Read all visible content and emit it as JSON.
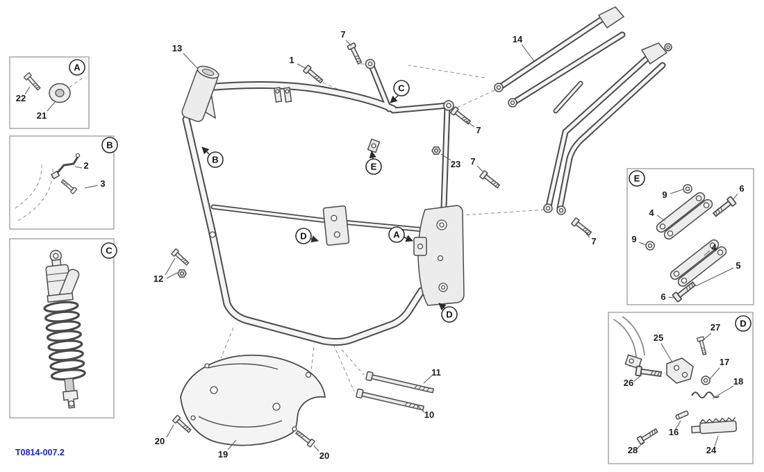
{
  "doc_number": "T0814-007.2",
  "detail_boxes": {
    "A": {
      "letter": "A",
      "parts": {
        "b22": "22",
        "b21": "21"
      }
    },
    "B": {
      "letter": "B",
      "parts": {
        "b2": "2",
        "b3": "3"
      }
    },
    "C": {
      "letter": "C"
    },
    "E": {
      "letter": "E",
      "parts": {
        "b9a": "9",
        "b6a": "6",
        "b4a": "4",
        "b9b": "9",
        "b4b": "4",
        "b5": "5",
        "b6b": "6"
      }
    },
    "D": {
      "letter": "D",
      "parts": {
        "b27": "27",
        "b25": "25",
        "b26": "26",
        "b17": "17",
        "b18": "18",
        "b16": "16",
        "b24": "24",
        "b28": "28"
      }
    }
  },
  "frame_refs": {
    "c": "C",
    "e": "E",
    "b": "B",
    "d1": "D",
    "a": "A",
    "d2": "D"
  },
  "callouts": {
    "c13": "13",
    "c1": "1",
    "c7a": "7",
    "c7b": "7",
    "c7c": "7",
    "c7d": "7",
    "c14": "14",
    "c23": "23",
    "c12": "12",
    "c11": "11",
    "c10": "10",
    "c19": "19",
    "c20a": "20",
    "c20b": "20"
  }
}
